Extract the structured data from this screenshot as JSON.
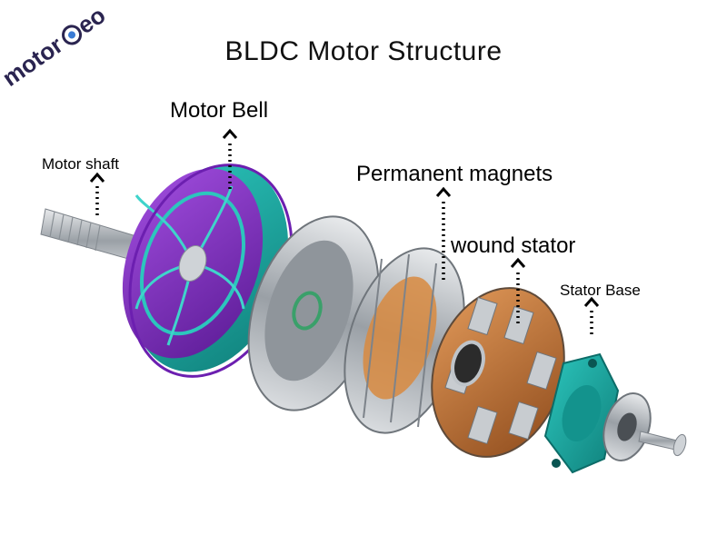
{
  "title": "BLDC Motor Structure",
  "logo": {
    "left": "motor",
    "right": "eo"
  },
  "labels": {
    "motor_bell": "Motor Bell",
    "motor_shaft": "Motor shaft",
    "permanent_magnets": "Permanent magnets",
    "wound_stator": "wound stator",
    "stator_base": "Stator Base"
  },
  "colors": {
    "bell_purple": "#7b2cbf",
    "bell_teal": "#18a7a0",
    "steel": "#bfc4c9",
    "copper": "#c97b3e",
    "logo_navy": "#2a2450"
  }
}
